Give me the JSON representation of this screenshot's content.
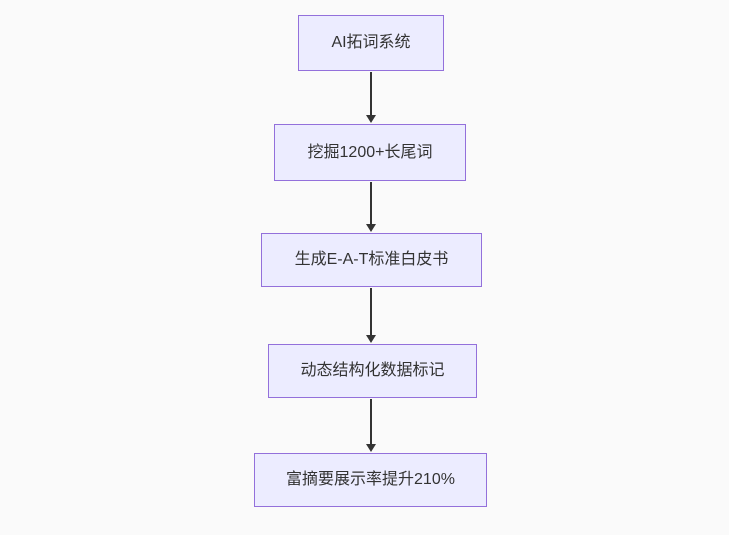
{
  "diagram": {
    "type": "flowchart",
    "direction": "top-down",
    "nodes": [
      {
        "id": "n1",
        "label": "AI拓词系统"
      },
      {
        "id": "n2",
        "label": "挖掘1200+长尾词"
      },
      {
        "id": "n3",
        "label": "生成E-A-T标准白皮书"
      },
      {
        "id": "n4",
        "label": "动态结构化数据标记"
      },
      {
        "id": "n5",
        "label": "富摘要展示率提升210%"
      }
    ],
    "edges": [
      {
        "from": "n1",
        "to": "n2"
      },
      {
        "from": "n2",
        "to": "n3"
      },
      {
        "from": "n3",
        "to": "n4"
      },
      {
        "from": "n4",
        "to": "n5"
      }
    ],
    "colors": {
      "node_fill": "#ECECFF",
      "node_border": "#9370DB",
      "node_text": "#333333",
      "arrow": "#333333",
      "background": "#fafafa"
    }
  }
}
